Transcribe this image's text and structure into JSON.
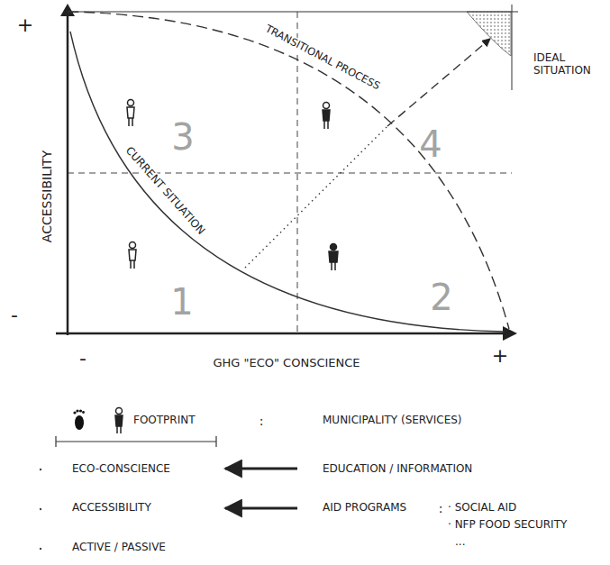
{
  "diagram": {
    "labels": [
      "+",
      "ACCESSIBILITY",
      "-",
      "TRANSITIONAL PROCESS",
      "IDEAL SITUATION",
      "3",
      "4",
      "CURRENT SITUATION",
      "1",
      "2",
      "-",
      "GHG \"ECO\" CONSCIENCE",
      "+",
      "FOOTPRINT",
      ":",
      "MUNICIPALITY (SERVICES)",
      "ECO-CONSCIENCE",
      "EDUCATION / INFORMATION",
      "ACCESSIBILITY",
      "AID PROGRAMS",
      ":",
      "· SOCIAL AID",
      "· NFP FOOD SECURITY",
      "...",
      "ACTIVE / PASSIVE"
    ]
  }
}
